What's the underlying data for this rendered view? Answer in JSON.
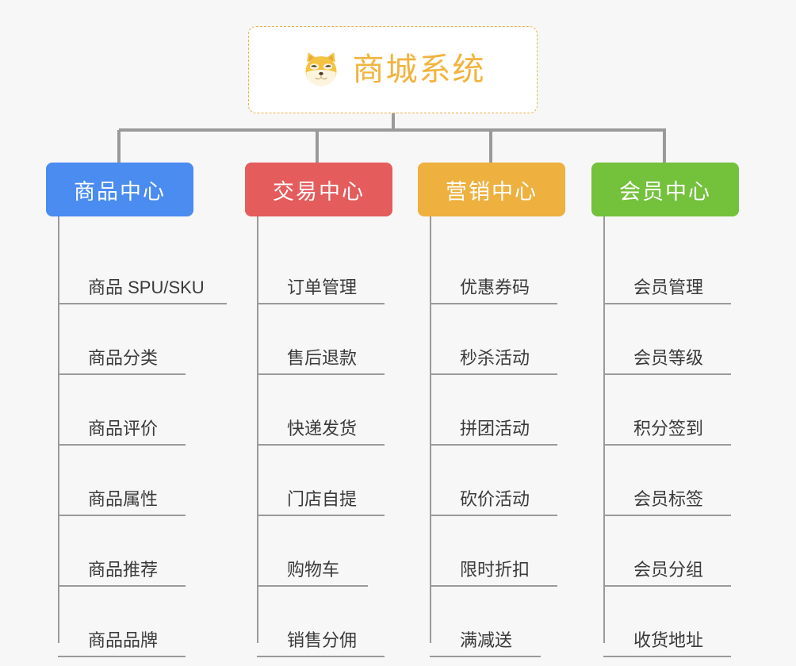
{
  "page": {
    "background_color": "#f7f7f7",
    "type": "mindmap"
  },
  "root": {
    "title": "商城系统",
    "icon": "shiba-dog-icon",
    "text_color": "#f2b33d",
    "border_color": "#e8b44a",
    "background_color": "#ffffff"
  },
  "connector": {
    "color": "#9a9a9a"
  },
  "columns": [
    {
      "header": "商品中心",
      "color": "#4a8cf0",
      "items": [
        "商品 SPU/SKU",
        "商品分类",
        "商品评价",
        "商品属性",
        "商品推荐",
        "商品品牌"
      ]
    },
    {
      "header": "交易中心",
      "color": "#e45c5c",
      "items": [
        "订单管理",
        "售后退款",
        "快递发货",
        "门店自提",
        "购物车",
        "销售分佣"
      ]
    },
    {
      "header": "营销中心",
      "color": "#eeb03f",
      "items": [
        "优惠券码",
        "秒杀活动",
        "拼团活动",
        "砍价活动",
        "限时折扣",
        "满减送"
      ]
    },
    {
      "header": "会员中心",
      "color": "#74c13c",
      "items": [
        "会员管理",
        "会员等级",
        "积分签到",
        "会员标签",
        "会员分组",
        "收货地址"
      ]
    }
  ]
}
